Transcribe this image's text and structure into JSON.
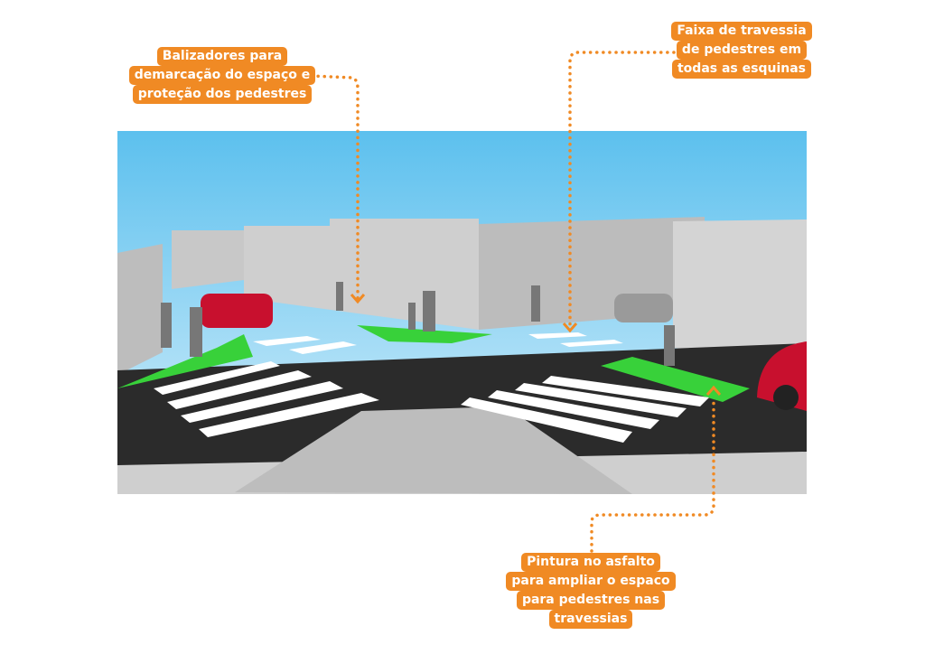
{
  "callouts": [
    {
      "lines": [
        "Balizadores para",
        "demarcação do espaço e",
        "proteção dos pedestres"
      ]
    },
    {
      "lines": [
        "Faixa de travessia",
        "de pedestres em",
        "todas as esquinas"
      ]
    },
    {
      "lines": [
        "Pintura no asfalto",
        "para ampliar o espaco",
        "para pedestres nas",
        "travessias"
      ]
    }
  ],
  "colors": {
    "accent": "#f08a24",
    "green": "#3bd43b",
    "asphalt": "#2a2a2a",
    "sky": "#6cc8f0"
  }
}
